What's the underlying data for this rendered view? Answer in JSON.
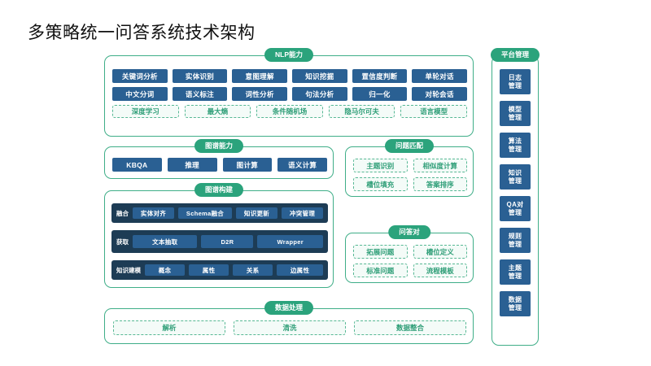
{
  "title": "多策略统一问答系统技术架构",
  "sections": {
    "nlp": {
      "header": "NLP能力",
      "chips": [
        "关键词分析",
        "实体识别",
        "意图理解",
        "知识挖掘",
        "置信度判断",
        "单轮对话",
        "中文分词",
        "语义标注",
        "词性分析",
        "句法分析",
        "归一化",
        "对轮会话"
      ],
      "methods": [
        "深度学习",
        "最大熵",
        "条件随机场",
        "隐马尔可夫",
        "语言模型"
      ]
    },
    "kg_ability": {
      "header": "图谱能力",
      "chips": [
        "KBQA",
        "推理",
        "图计算",
        "语义计算"
      ]
    },
    "kg_build": {
      "header": "图谱构建",
      "rows": [
        {
          "label": "融合",
          "chips": [
            "实体对齐",
            "Schema融合",
            "知识更新",
            "冲突管理"
          ]
        },
        {
          "label": "获取",
          "chips": [
            "文本抽取",
            "D2R",
            "Wrapper"
          ]
        },
        {
          "label": "知识建模",
          "chips": [
            "概念",
            "属性",
            "关系",
            "边属性"
          ]
        }
      ]
    },
    "match": {
      "header": "问题匹配",
      "chips": [
        "主题识别",
        "相似度计算",
        "槽位填充",
        "答案排序"
      ]
    },
    "qa_pair": {
      "header": "问答对",
      "chips": [
        "拓展问题",
        "槽位定义",
        "标准问题",
        "流程模板"
      ]
    },
    "data_process": {
      "header": "数据处理",
      "chips": [
        "解析",
        "清洗",
        "数据整合"
      ]
    },
    "platform": {
      "header": "平台管理",
      "items": [
        {
          "line1": "日志",
          "line2": "管理"
        },
        {
          "line1": "模型",
          "line2": "管理"
        },
        {
          "line1": "算法",
          "line2": "管理"
        },
        {
          "line1": "知识",
          "line2": "管理"
        },
        {
          "line1": "QA对",
          "line2": "管理"
        },
        {
          "line1": "规则",
          "line2": "管理"
        },
        {
          "line1": "主题",
          "line2": "管理"
        },
        {
          "line1": "数据",
          "line2": "管理"
        }
      ]
    }
  },
  "colors": {
    "green_pill": "#2ba37c",
    "green_border": "#3fae88",
    "blue_chip": "#2a6093",
    "dark_band": "#1d3c55",
    "dash_text": "#2e9e77",
    "title_text": "#101010"
  }
}
